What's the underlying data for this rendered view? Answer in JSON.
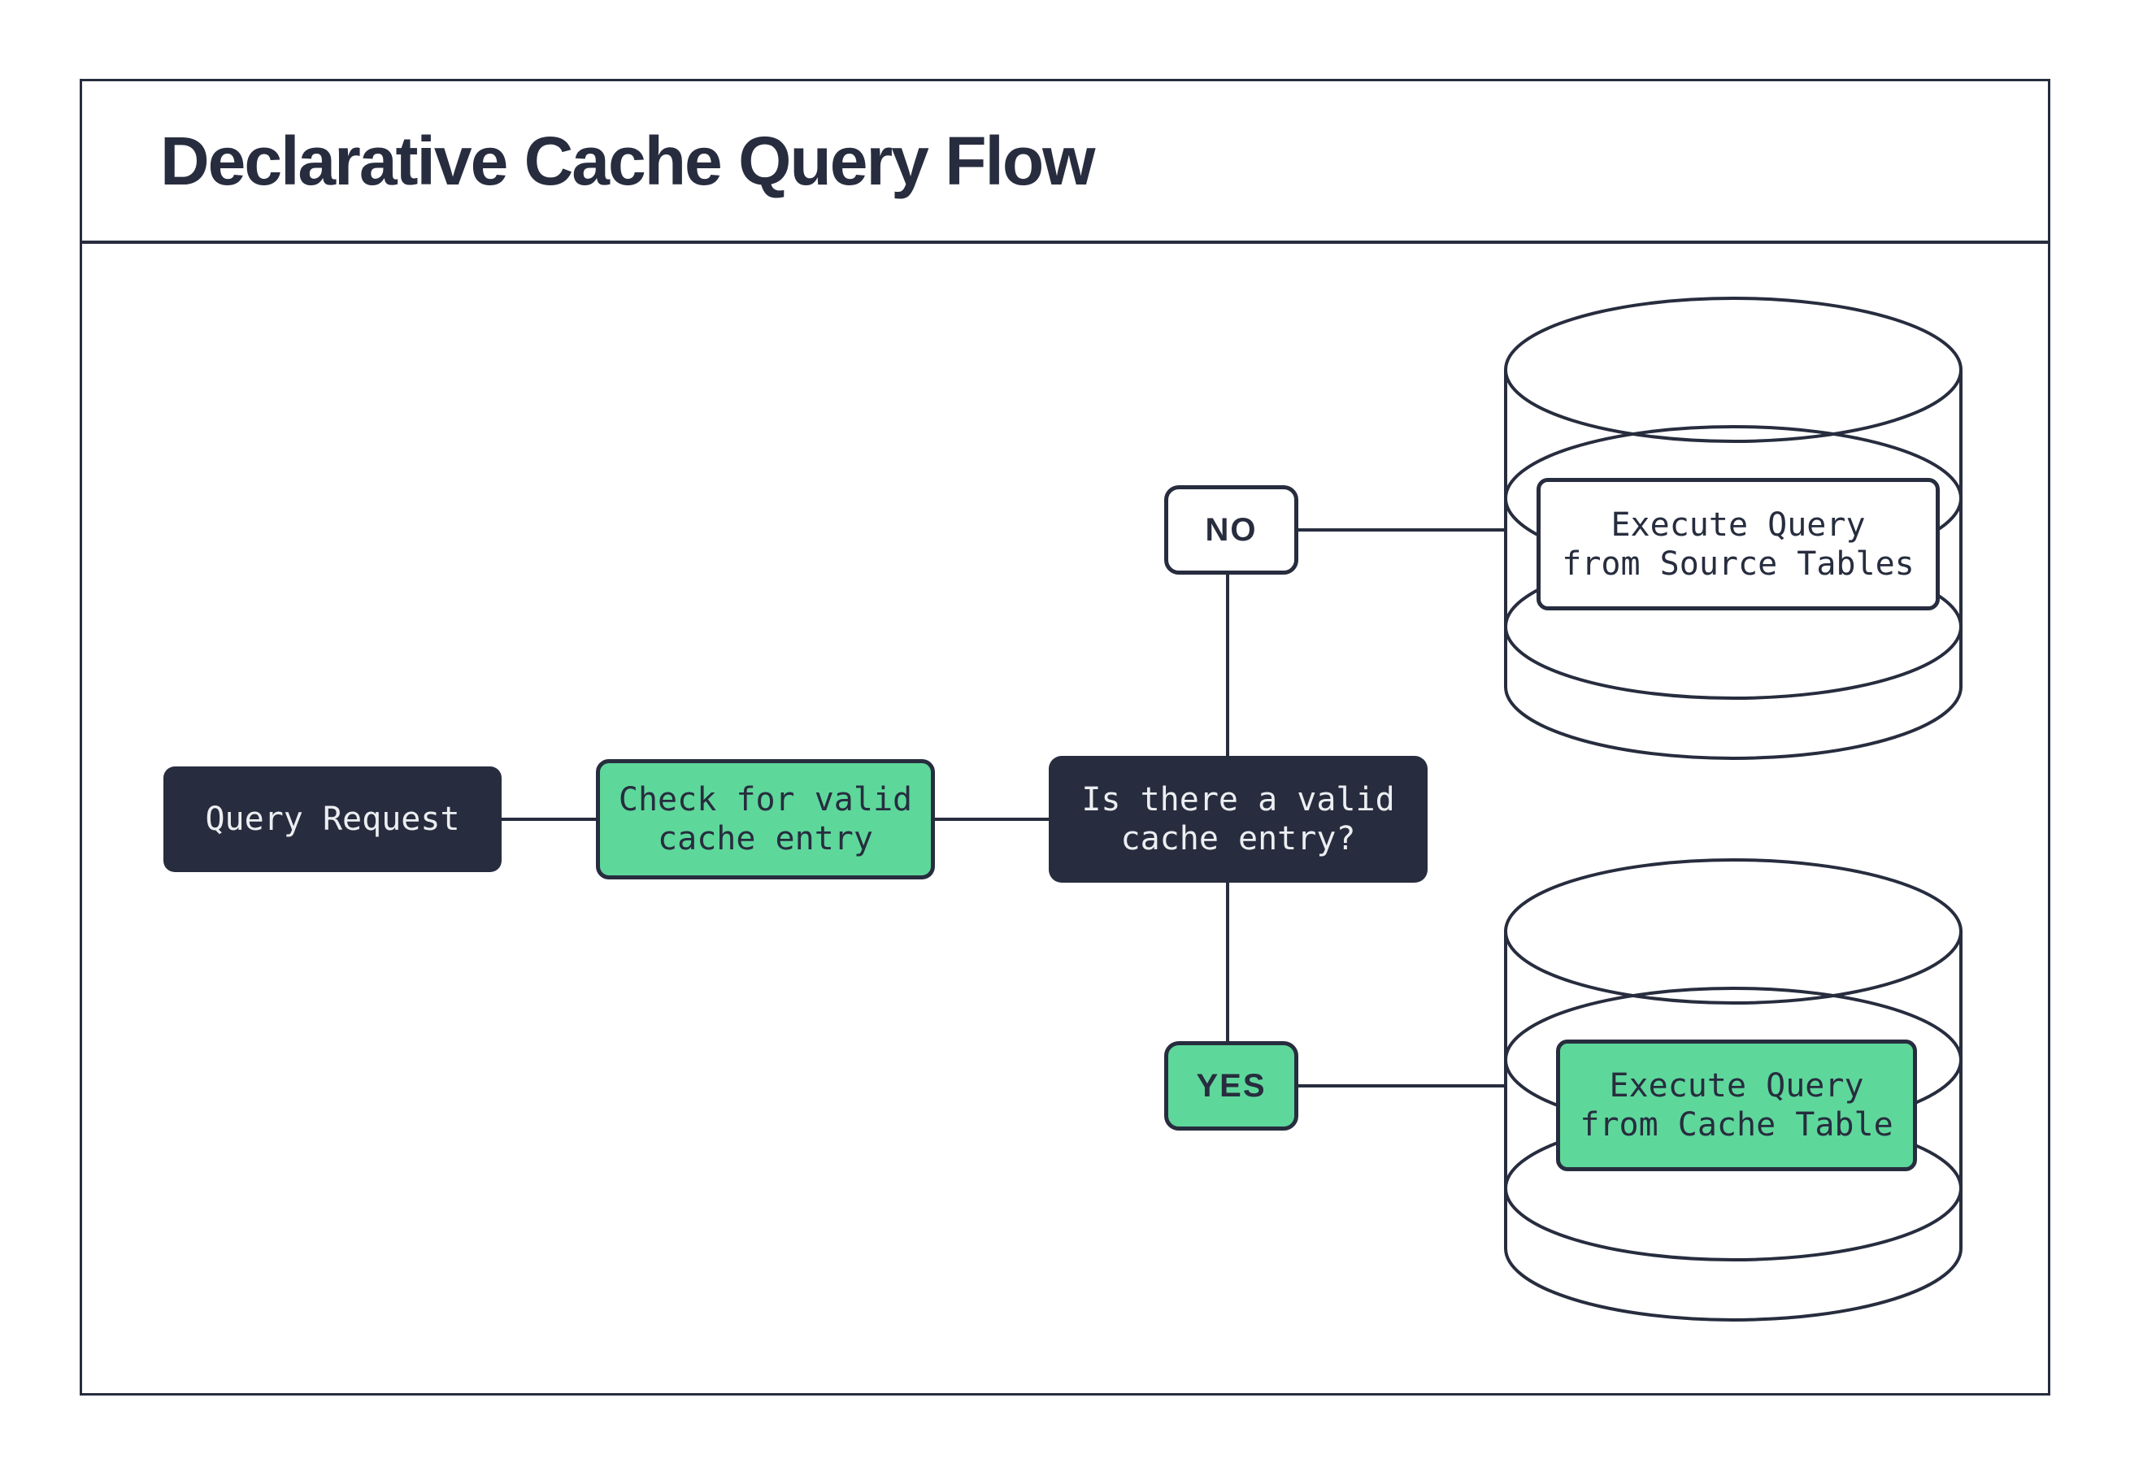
{
  "title": "Declarative Cache Query Flow",
  "flow": {
    "query_request": "Query Request",
    "check_cache": "Check for valid\ncache entry",
    "decision": "Is there a valid\ncache entry?",
    "edge_no": "NO",
    "edge_yes": "YES",
    "source_db_action": "Execute Query\nfrom Source Tables",
    "cache_db_action": "Execute Query\nfrom Cache Table"
  },
  "colors": {
    "dark_navy": "#272d3e",
    "green": "#5ed79b",
    "light_text": "#eceef1",
    "background": "#ffffff"
  }
}
